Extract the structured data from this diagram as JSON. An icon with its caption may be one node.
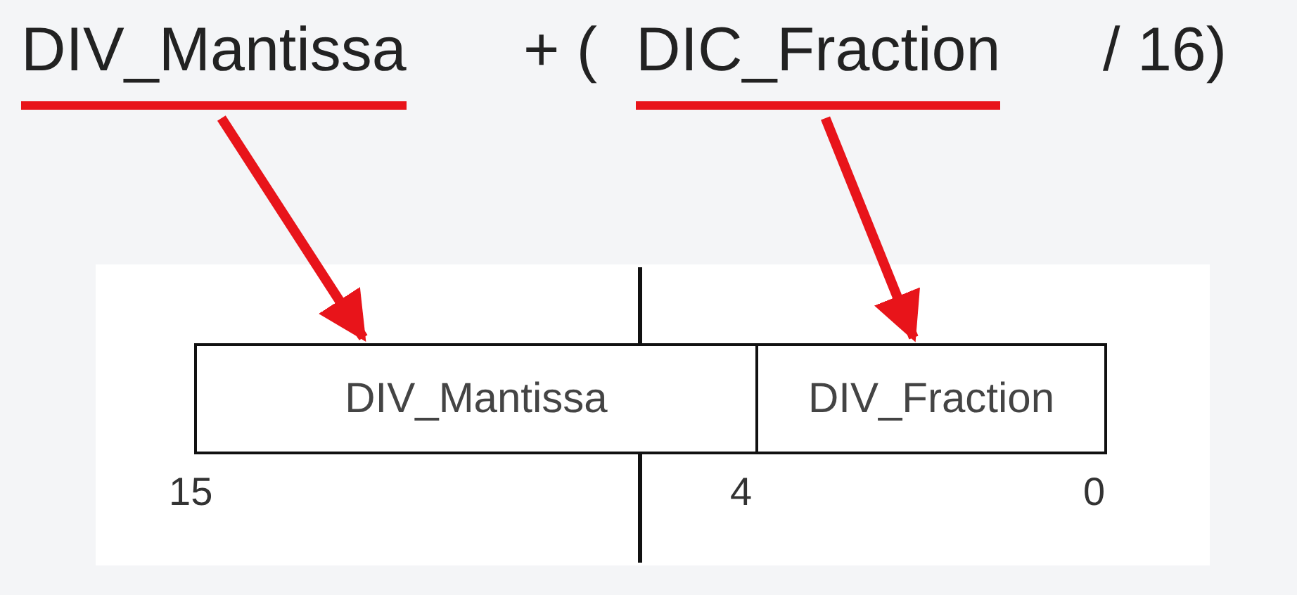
{
  "diagram": {
    "nodes": [
      {
        "text": [
          "DIV_Mantissa"
        ]
      },
      {
        "text": [
          "DIC_Fraction"
        ]
      },
      {
        "text": [
          "DIV_Mantissa"
        ]
      },
      {
        "text": [
          "DIV_Fraction"
        ]
      }
    ],
    "edges": [
      {
        "from": 0,
        "to": 2,
        "arrow": "to"
      },
      {
        "from": 1,
        "to": 3,
        "arrow": "to"
      }
    ],
    "labels": [
      "+ (",
      "/ 16)",
      "15",
      "4",
      "0"
    ]
  }
}
